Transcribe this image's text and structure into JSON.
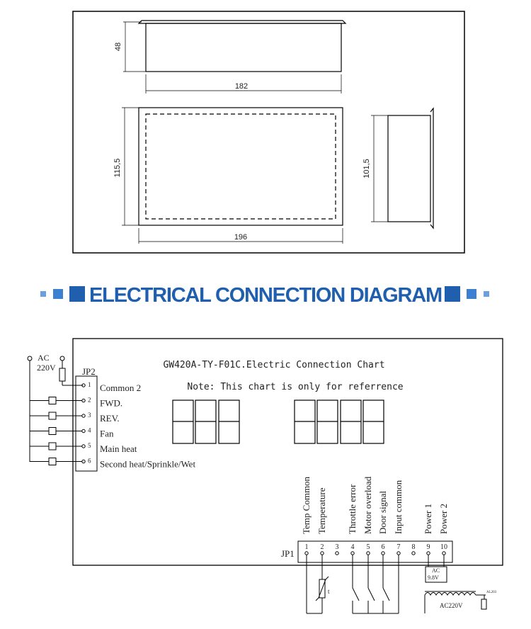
{
  "dimensions": {
    "top_height": "48",
    "top_width": "182",
    "front_height": "115,5",
    "front_width": "196",
    "side_height": "101,5"
  },
  "section_heading": "ELECTRICAL CONNECTION DIAGRAM",
  "brand_color": "#1f5fae",
  "chart": {
    "title": "GW420A-TY-F01C.Electric Connection Chart",
    "note": "Note: This chart is only for referrence"
  },
  "jp2": {
    "label": "JP2",
    "ac_label": "AC",
    "ac_voltage": "220V",
    "pins": [
      {
        "num": "1",
        "label": "Common 2"
      },
      {
        "num": "2",
        "label": "FWD."
      },
      {
        "num": "3",
        "label": "REV."
      },
      {
        "num": "4",
        "label": "Fan"
      },
      {
        "num": "5",
        "label": "Main heat"
      },
      {
        "num": "6",
        "label": "Second heat/Sprinkle/Wet"
      }
    ]
  },
  "jp1": {
    "label": "JP1",
    "pins": [
      {
        "num": "1",
        "label": "Temp Common"
      },
      {
        "num": "2",
        "label": "Temperature"
      },
      {
        "num": "3",
        "label": ""
      },
      {
        "num": "4",
        "label": "Throttle error"
      },
      {
        "num": "5",
        "label": "Motor overload"
      },
      {
        "num": "6",
        "label": "Door signal"
      },
      {
        "num": "7",
        "label": "Input common"
      },
      {
        "num": "8",
        "label": ""
      },
      {
        "num": "9",
        "label": "Power 1"
      },
      {
        "num": "10",
        "label": "Power 2"
      }
    ],
    "thermistor_label": "t",
    "transformer_ac": "AC",
    "transformer_voltage": "9.8V",
    "mains_label": "AC220V",
    "fuse_label": "AL203"
  }
}
